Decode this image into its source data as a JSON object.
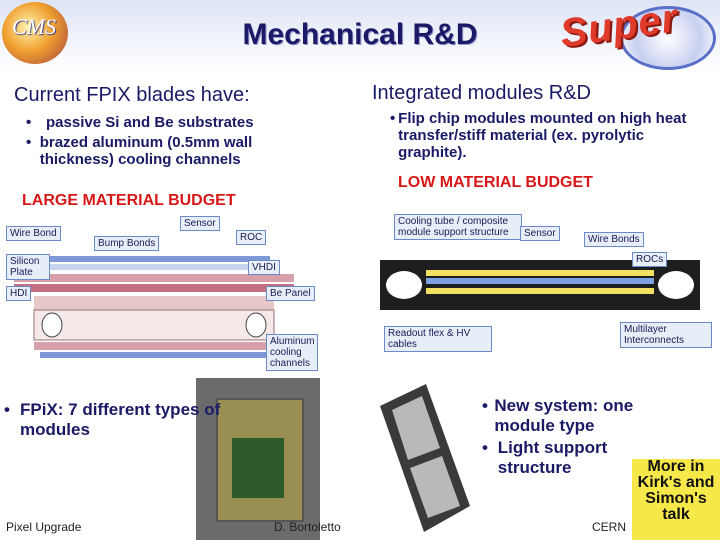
{
  "header": {
    "title": "Mechanical R&D",
    "left_logo": "CMS",
    "right_logo": "Super"
  },
  "left": {
    "heading": "Current FPIX blades have:",
    "bullets": [
      "passive Si and Be substrates",
      "brazed aluminum (0.5mm wall thickness) cooling channels"
    ],
    "budget": "LARGE MATERIAL BUDGET",
    "diagram_labels": {
      "sensor": "Sensor",
      "wire_bond": "Wire Bond",
      "roc": "ROC",
      "bump_bonds": "Bump Bonds",
      "silicon_plate": "Silicon Plate",
      "vhdi": "VHDI",
      "hdi": "HDI",
      "be_panel": "Be Panel",
      "aluminum": "Aluminum cooling channels"
    },
    "bottom_bullet": "FPiX: 7 different types of modules"
  },
  "right": {
    "heading": "Integrated modules R&D",
    "bullets": [
      "Flip chip modules mounted on high heat transfer/stiff material (ex. pyrolytic graphite)."
    ],
    "budget": "LOW MATERIAL BUDGET",
    "diagram_labels": {
      "cooling": "Cooling tube / composite module support structure",
      "sensor": "Sensor",
      "wire_bonds": "Wire Bonds",
      "rocs": "ROCs",
      "readout": "Readout flex & HV cables",
      "multilayer": "Multilayer Interconnects"
    },
    "bottom_bullets": [
      "New system: one module type",
      "Light support structure"
    ]
  },
  "footer": {
    "left": "Pixel Upgrade",
    "center": "D. Bortoletto",
    "right": "CERN"
  },
  "note": "More in Kirk's and Simon's talk"
}
